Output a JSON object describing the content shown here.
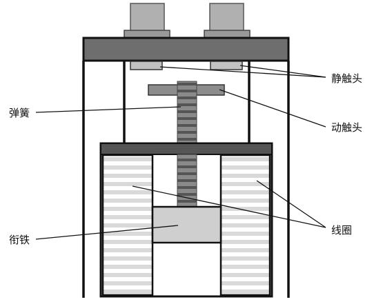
{
  "labels": {
    "static_contact": "静触头",
    "moving_contact": "动触头",
    "spring": "弹簧",
    "armature": "衔铁",
    "coil": "线圈"
  },
  "colors": {
    "frame": "#111111",
    "top_plate": "#6e6e6e",
    "terminal": "#a9a9a9",
    "contact": "#c2c2c2",
    "spring": "#6a6a6a",
    "coil_stripe": "#d9d9d9",
    "armature": "#cfcfcf",
    "core_plate": "#555555"
  }
}
